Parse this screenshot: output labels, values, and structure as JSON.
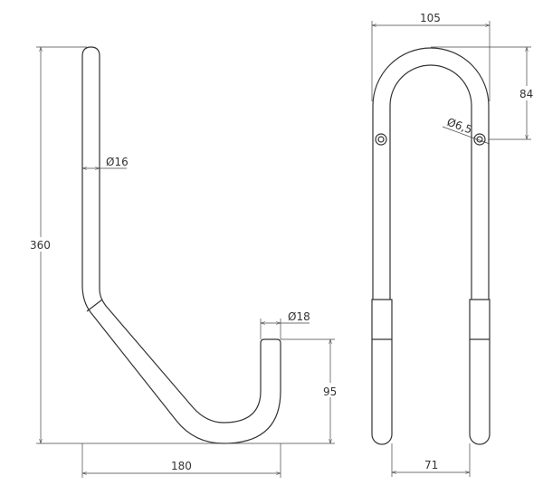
{
  "drawing": {
    "side_view": {
      "height_dim": "360",
      "width_dim": "180",
      "hook_height_dim": "95",
      "tube_diameter_dim": "Ø16",
      "hook_end_diameter_dim": "Ø18"
    },
    "front_view": {
      "width_dim": "105",
      "hole_offset_dim": "84",
      "hole_diameter_dim": "Ø6,5",
      "inner_spacing_dim": "71"
    }
  }
}
